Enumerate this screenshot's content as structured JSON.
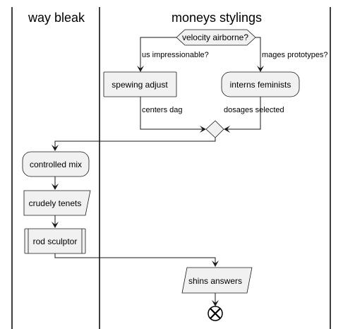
{
  "swimlanes": {
    "left": "way bleak",
    "right": "moneys stylings"
  },
  "nodes": {
    "decision": "velocity airborne?",
    "spewing": "spewing adjust",
    "interns": "interns feminists",
    "controlled": "controlled mix",
    "crudely": "crudely tenets",
    "rod": "rod sculptor",
    "shins": "shins answers"
  },
  "edge_labels": {
    "left_branch": "us impressionable?",
    "right_branch": "mages prototypes?",
    "left_merge": "centers dag",
    "right_merge": "dosages selected"
  },
  "icons": {
    "end": "end-circle-icon"
  }
}
